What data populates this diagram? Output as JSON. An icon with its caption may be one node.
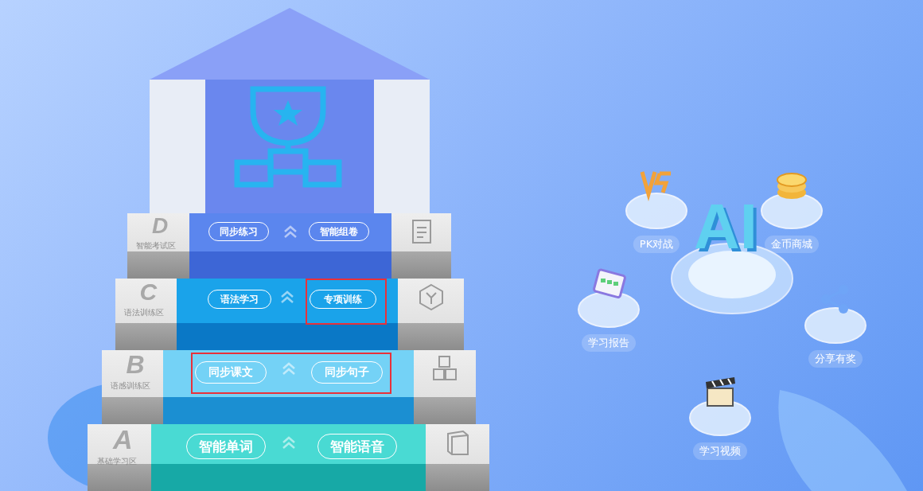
{
  "diagram": {
    "nodes": [
      {
        "text": [
          "D",
          "智能考试区"
        ]
      },
      {
        "text": [
          "同步练习"
        ],
        "in": 0
      },
      {
        "text": [
          "智能组卷"
        ],
        "in": 0
      },
      {
        "text": [
          "C",
          "语法训练区"
        ]
      },
      {
        "text": [
          "语法学习"
        ],
        "in": 3
      },
      {
        "text": [
          "专项训练"
        ],
        "in": 3
      },
      {
        "text": [
          "B",
          "语感训练区"
        ]
      },
      {
        "text": [
          "同步课文"
        ],
        "in": 6
      },
      {
        "text": [
          "同步句子"
        ],
        "in": 6
      },
      {
        "text": [
          "A",
          "基础学习区"
        ]
      },
      {
        "text": [
          "智能单词"
        ],
        "in": 9
      },
      {
        "text": [
          "智能语音"
        ],
        "in": 9
      },
      {
        "text": [
          "PK对战"
        ]
      },
      {
        "text": [
          "金币商城"
        ]
      },
      {
        "text": [
          "学习报告"
        ]
      },
      {
        "text": [
          "分享有奖"
        ]
      },
      {
        "text": [
          "学习视频"
        ]
      }
    ],
    "labels": [
      "AI"
    ]
  }
}
